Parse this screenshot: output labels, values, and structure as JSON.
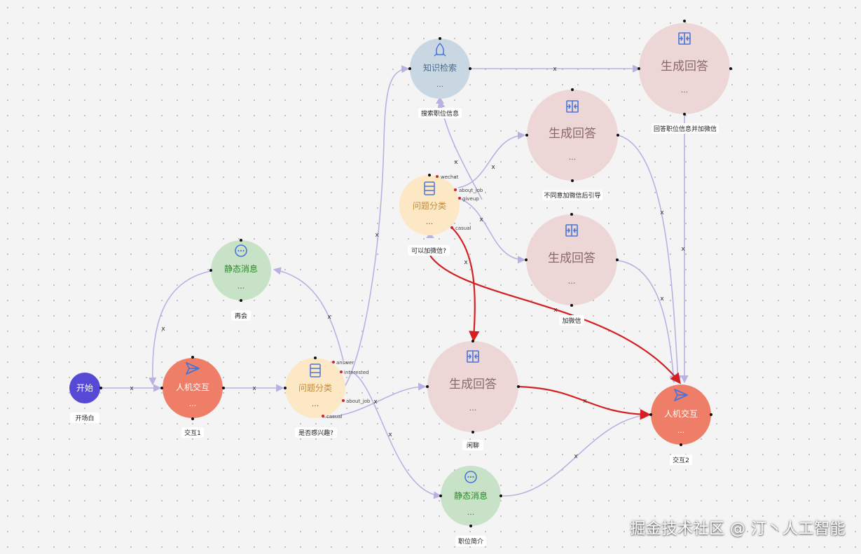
{
  "watermark": "掘金技术社区 @ 汀丶人工智能",
  "edge_label": "x",
  "colors": {
    "start": "#5649d6",
    "interact": "#ef7e68",
    "static": "#c7e2c6",
    "classify": "#fde8c6",
    "generate": "#ecd6d6",
    "retrieve": "#c9d7e2",
    "edge": "#b9b1e2",
    "edge_active": "#d42022",
    "port": "#d0242b",
    "icon_blue": "#4b74d8"
  },
  "nodes": [
    {
      "id": "start",
      "title": "开始",
      "caption": "开场白",
      "kind": "start",
      "icon": ""
    },
    {
      "id": "interact1",
      "title": "人机交互",
      "caption": "交互1",
      "kind": "interact",
      "icon": "send-icon",
      "dots": "..."
    },
    {
      "id": "static1",
      "title": "静态消息",
      "caption": "再会",
      "kind": "static",
      "icon": "chat-bubble-icon",
      "dots": "..."
    },
    {
      "id": "classify1",
      "title": "问题分类",
      "caption": "是否感兴趣?",
      "kind": "classify",
      "icon": "list-icon",
      "dots": "...",
      "ports": [
        "answer",
        "interested",
        "about_job",
        "casual"
      ]
    },
    {
      "id": "retrieve",
      "title": "知识检索",
      "caption": "搜索职位信息",
      "kind": "retrieve",
      "icon": "rocket-icon",
      "dots": "..."
    },
    {
      "id": "classify2",
      "title": "问题分类",
      "caption": "可以加微信?",
      "kind": "classify",
      "icon": "list-icon",
      "dots": "...",
      "ports": [
        "wechat",
        "about_job",
        "giveup",
        "casual"
      ]
    },
    {
      "id": "gen_top",
      "title": "生成回答",
      "caption": "回答职位信息并加微信",
      "kind": "generate",
      "icon": "expand-icon",
      "dots": "..."
    },
    {
      "id": "gen_mid1",
      "title": "生成回答",
      "caption": "不同意加微信后引导",
      "kind": "generate",
      "icon": "expand-icon",
      "dots": "..."
    },
    {
      "id": "gen_mid2",
      "title": "生成回答",
      "caption": "加微信",
      "kind": "generate",
      "icon": "expand-icon",
      "dots": "..."
    },
    {
      "id": "gen_chat",
      "title": "生成回答",
      "caption": "闲聊",
      "kind": "generate",
      "icon": "expand-icon",
      "dots": "..."
    },
    {
      "id": "static2",
      "title": "静态消息",
      "caption": "职位简介",
      "kind": "static",
      "icon": "chat-bubble-icon",
      "dots": "..."
    },
    {
      "id": "interact2",
      "title": "人机交互",
      "caption": "交互2",
      "kind": "interact",
      "icon": "send-icon",
      "dots": "..."
    }
  ]
}
